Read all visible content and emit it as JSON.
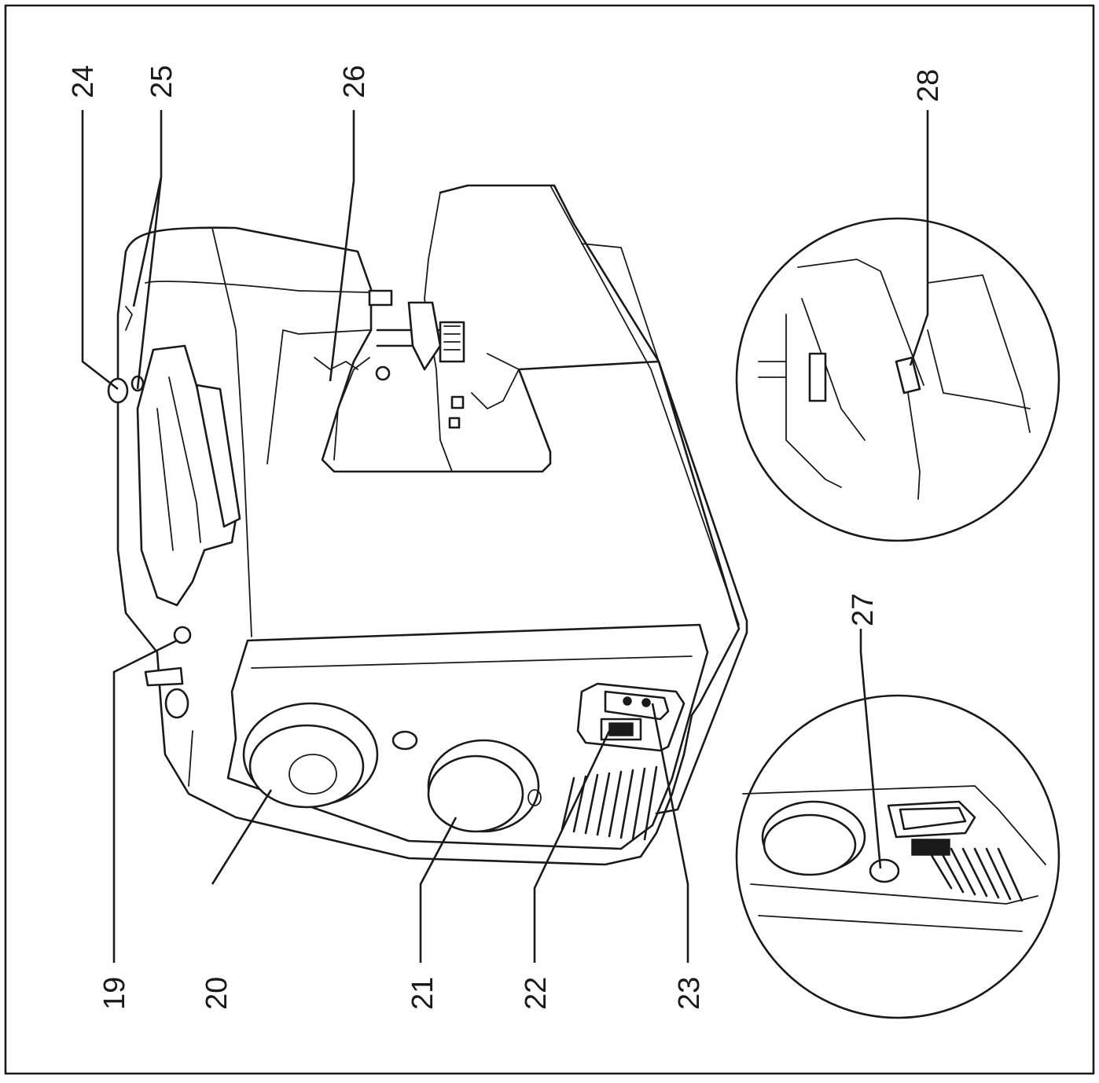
{
  "labels": [
    {
      "id": "19",
      "text": "19"
    },
    {
      "id": "20",
      "text": "20"
    },
    {
      "id": "21",
      "text": "21"
    },
    {
      "id": "22",
      "text": "22"
    },
    {
      "id": "23",
      "text": "23"
    },
    {
      "id": "24",
      "text": "24"
    },
    {
      "id": "25",
      "text": "25"
    },
    {
      "id": "26",
      "text": "26"
    },
    {
      "id": "27",
      "text": "27"
    },
    {
      "id": "28",
      "text": "28"
    }
  ]
}
